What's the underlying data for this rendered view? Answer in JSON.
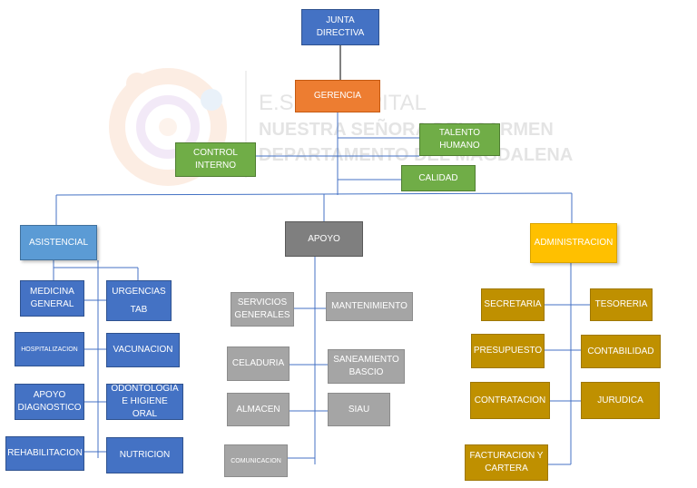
{
  "colors": {
    "blue": "#4472c4",
    "orange": "#ed7d31",
    "green": "#70ad47",
    "gray": "#a5a5a5",
    "dark_gray": "#7f7f7f",
    "light_blue": "#5b9bd5",
    "gold": "#ffc000",
    "mustard": "#bf9000",
    "connector": "#4472c4"
  },
  "watermark": {
    "logo": "hospital-logo-icon",
    "line1": "E.S.E HOSPITAL",
    "line2": "NUESTRA SEÑORA DEL CARMEN",
    "line3": "DEPARTAMENTO DEL MAGDALENA"
  },
  "top": {
    "junta": [
      "JUNTA",
      "DIRECTIVA"
    ],
    "gerencia": "GERENCIA",
    "control_interno": [
      "CONTROL",
      "INTERNO"
    ],
    "talento_humano": [
      "TALENTO",
      "HUMANO"
    ],
    "calidad": "CALIDAD"
  },
  "asistencial": {
    "title": "ASISTENCIAL",
    "medicina_general": [
      "MEDICINA",
      "GENERAL"
    ],
    "urgencias": [
      "URGENCIAS",
      "TAB"
    ],
    "hospitalizacion": "HOSPITALIZACION",
    "vacunacion": "VACUNACION",
    "apoyo_diagnostico": [
      "APOYO",
      "DIAGNOSTICO"
    ],
    "odontologia": [
      "ODONTOLOGIA",
      "E HIGIENE ORAL"
    ],
    "rehabilitacion": "REHABILITACION",
    "nutricion": "NUTRICION"
  },
  "apoyo": {
    "title": "APOYO",
    "servicios_generales": [
      "SERVICIOS",
      "GENERALES"
    ],
    "mantenimiento": "MANTENIMIENTO",
    "celaduria": "CELADURIA",
    "saneamiento": [
      "SANEAMIENTO",
      "BASCIO"
    ],
    "almacen": "ALMACEN",
    "siau": "SIAU",
    "comunicacion": "COMUNICACION"
  },
  "administracion": {
    "title": "ADMINISTRACION",
    "secretaria": "SECRETARIA",
    "tesoreria": "TESORERIA",
    "presupuesto": "PRESUPUESTO",
    "contabilidad": "CONTABILIDAD",
    "contratacion": "CONTRATACION",
    "juridica": "JURUDICA",
    "facturacion": [
      "FACTURACION Y",
      "CARTERA"
    ]
  }
}
